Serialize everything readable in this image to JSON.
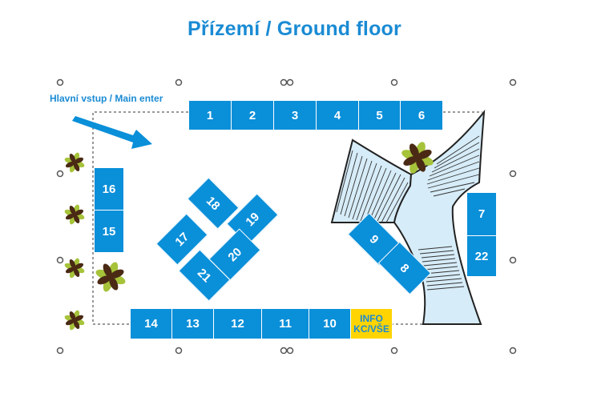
{
  "title": "Přízemí / Ground floor",
  "entrance_label": "Hlavní vstup / Main enter",
  "booths": {
    "b1": "1",
    "b2": "2",
    "b3": "3",
    "b4": "4",
    "b5": "5",
    "b6": "6",
    "b7": "7",
    "b8": "8",
    "b9": "9",
    "b10": "10",
    "b11": "11",
    "b12": "12",
    "b13": "13",
    "b14": "14",
    "b15": "15",
    "b16": "16",
    "b17": "17",
    "b18": "18",
    "b19": "19",
    "b20": "20",
    "b21": "21",
    "b22": "22"
  },
  "info": {
    "line1": "INFO",
    "line2": "KC/VŠE"
  },
  "colors": {
    "booth": "#0a8fd9",
    "info": "#ffd400",
    "title": "#1a8bd4",
    "stairs_fill": "#d6ecf8",
    "plant_leaf": "#a6c33a",
    "plant_center": "#4a2a14"
  },
  "icons": {
    "plant": "plant-icon",
    "column": "column-icon",
    "arrow": "entrance-arrow-icon"
  }
}
